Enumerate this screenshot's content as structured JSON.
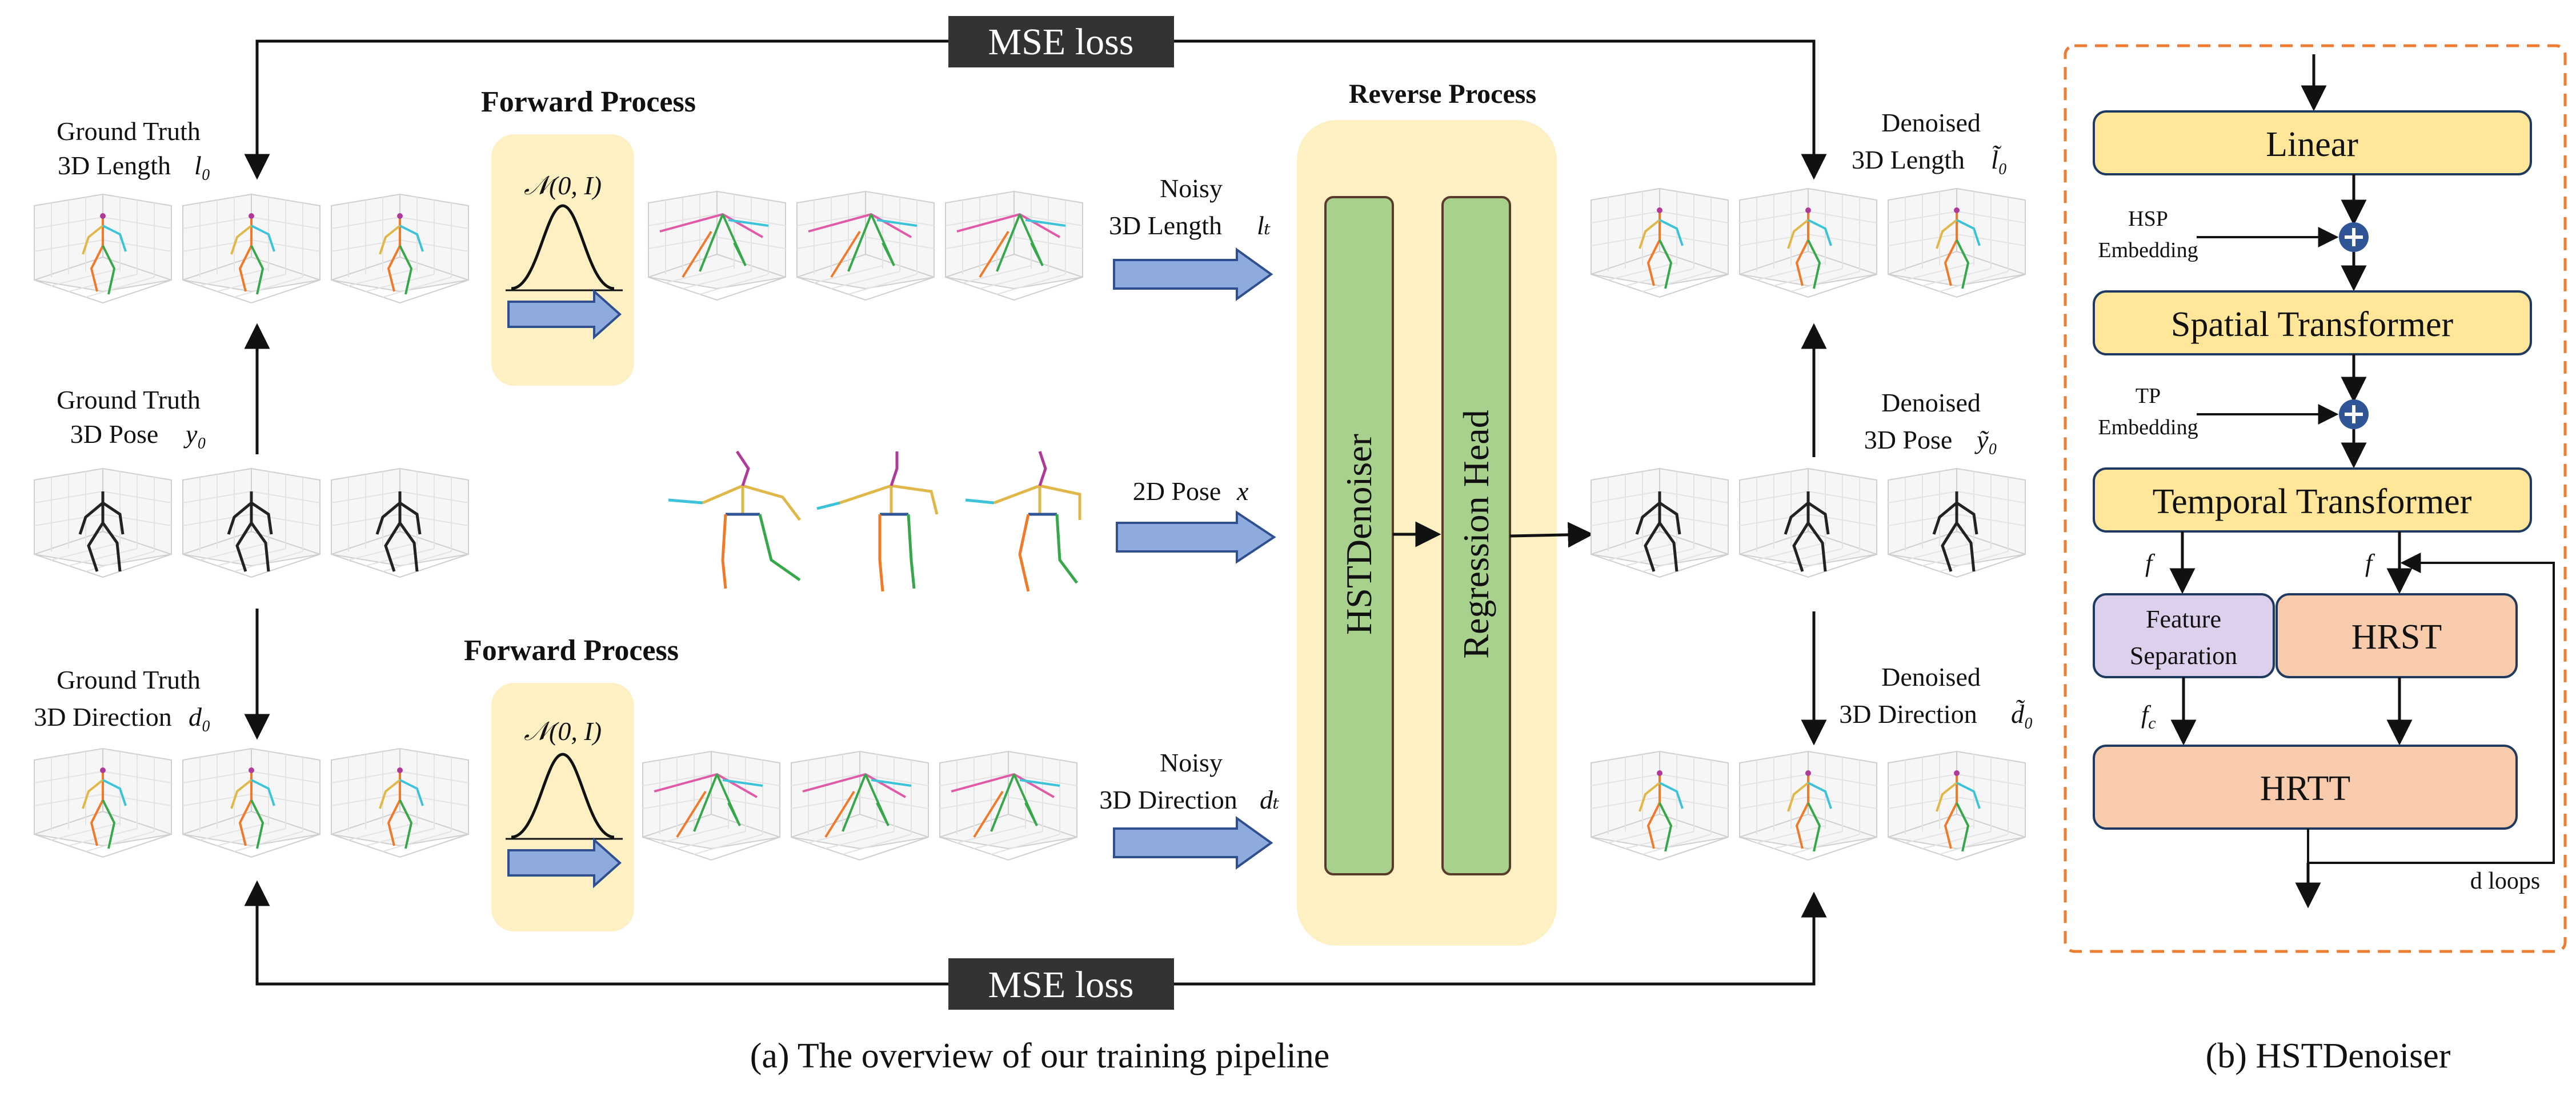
{
  "mse_loss_top": "MSE loss",
  "mse_loss_bottom": "MSE loss",
  "forward_process_top": "Forward Process",
  "forward_process_bottom": "Forward Process",
  "reverse_process": "Reverse Process",
  "normal_dist_top": "𝒩(0, I)",
  "normal_dist_bottom": "𝒩(0, I)",
  "gt_length": {
    "line1": "Ground Truth",
    "line2": "3D Length",
    "sym": "l₀"
  },
  "gt_pose": {
    "line1": "Ground Truth",
    "line2": "3D Pose",
    "sym": "y₀"
  },
  "gt_direction": {
    "line1": "Ground Truth",
    "line2": "3D Direction",
    "sym": "d₀"
  },
  "noisy_length": {
    "line1": "Noisy",
    "line2": "3D Length",
    "sym": "lₜ"
  },
  "pose_2d": {
    "line1": "2D Pose",
    "sym": "x"
  },
  "noisy_direction": {
    "line1": "Noisy",
    "line2": "3D Direction",
    "sym": "dₜ"
  },
  "denoised_length": {
    "line1": "Denoised",
    "line2": "3D Length",
    "sym": "l̃₀"
  },
  "denoised_pose": {
    "line1": "Denoised",
    "line2": "3D Pose",
    "sym": "ỹ₀"
  },
  "denoised_direction": {
    "line1": "Denoised",
    "line2": "3D Direction",
    "sym": "d̃₀"
  },
  "hstdenoiser_label": "HSTDenoiser",
  "regression_head_label": "Regression Head",
  "right_panel": {
    "linear": "Linear",
    "hsp_embedding": [
      "HSP",
      "Embedding"
    ],
    "spatial_transformer": "Spatial Transformer",
    "tp_embedding": [
      "TP",
      "Embedding"
    ],
    "temporal_transformer": "Temporal Transformer",
    "f_left": "f",
    "f_right": "f",
    "feature_separation": [
      "Feature",
      "Separation"
    ],
    "hrst": "HRST",
    "f_c": "f",
    "f_c_sub": "c",
    "hrtt": "HRTT",
    "d_loops": "d loops"
  },
  "caption_a": "(a) The overview of our training pipeline",
  "caption_b": "(b) HSTDenoiser",
  "colors": {
    "yellow_bg": "#fdf0c3",
    "green_block": "#a9d18e",
    "blue_arrow": "#8faadc",
    "yellow_box": "#ffe699",
    "purple_box": "#ddd0ec",
    "salmon_box": "#f8cbad",
    "dark_box": "#333333",
    "orange_dash": "#ed7d31",
    "plus_blue": "#2f5597"
  }
}
